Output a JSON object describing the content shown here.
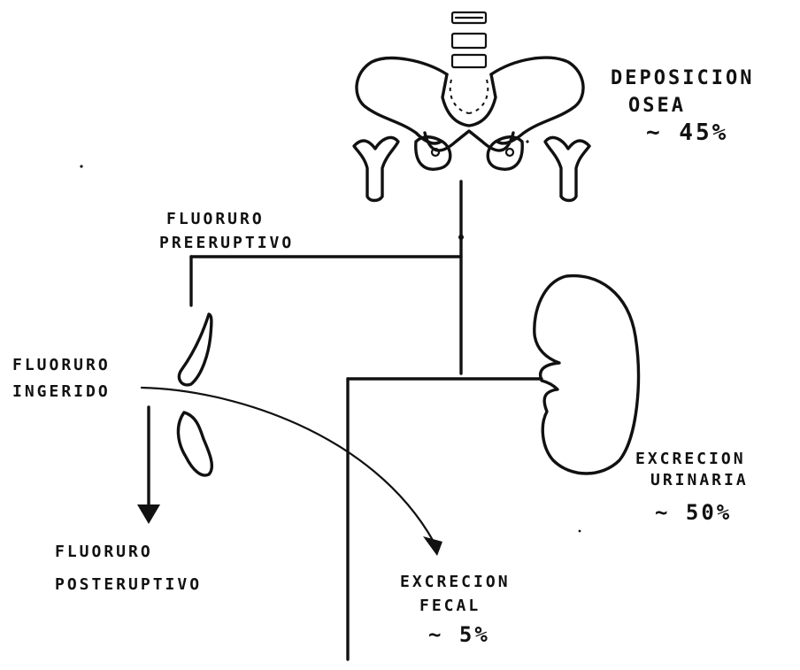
{
  "labels": {
    "bone_title_1": "DEPOSICION",
    "bone_title_2": "OSEA",
    "bone_pct": "~ 45%",
    "pre_1": "FLUORURO",
    "pre_2": "PREERUPTIVO",
    "ing_1": "FLUORURO",
    "ing_2": "INGERIDO",
    "post_1": "FLUORURO",
    "post_2": "POSTERUPTIVO",
    "urine_1": "EXCRECION",
    "urine_2": "URINARIA",
    "urine_pct": "~ 50%",
    "fecal_1": "EXCRECION",
    "fecal_2": "FECAL",
    "fecal_pct": "~ 5%"
  },
  "icons": [
    "pelvis-spine-icon",
    "tooth-crown-icon",
    "tooth-root-icon",
    "kidney-icon"
  ],
  "colors": {
    "ink": "#111111",
    "paper": "#ffffff"
  }
}
